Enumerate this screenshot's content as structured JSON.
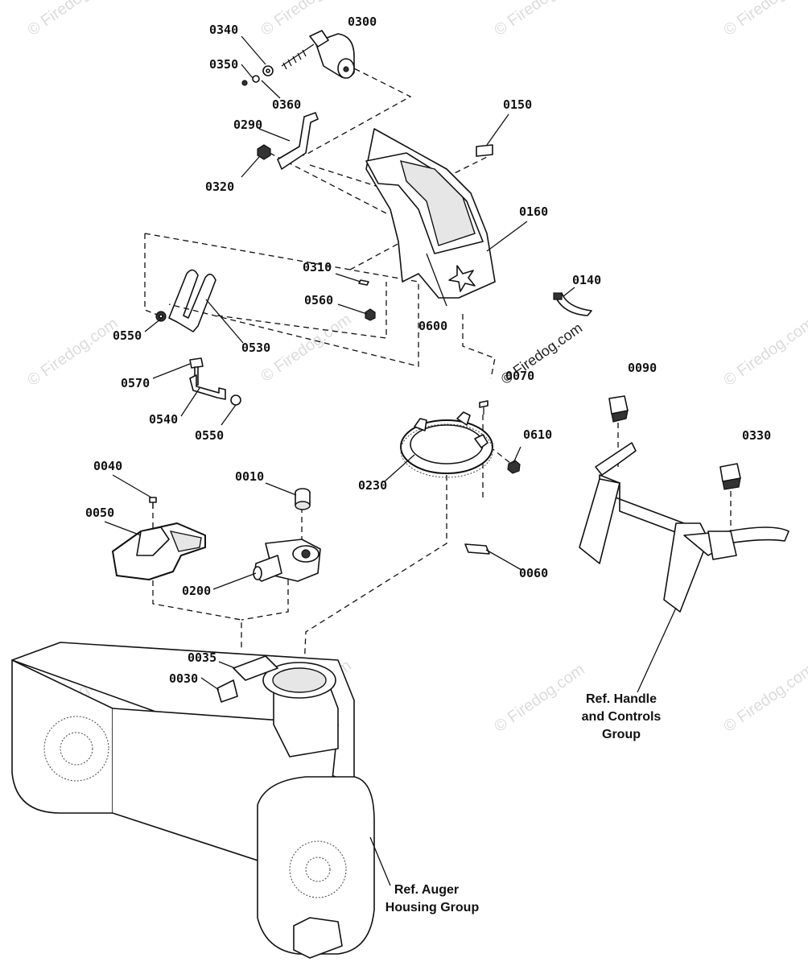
{
  "watermark": {
    "text": "© Firedog.com",
    "prominent_text": "© Firedog.com"
  },
  "part_labels": [
    {
      "id": "0340",
      "text": "0340"
    },
    {
      "id": "0300",
      "text": "0300"
    },
    {
      "id": "0350",
      "text": "0350"
    },
    {
      "id": "0360",
      "text": "0360"
    },
    {
      "id": "0150",
      "text": "0150"
    },
    {
      "id": "0290",
      "text": "0290"
    },
    {
      "id": "0320",
      "text": "0320"
    },
    {
      "id": "0160",
      "text": "0160"
    },
    {
      "id": "0310",
      "text": "0310"
    },
    {
      "id": "0140",
      "text": "0140"
    },
    {
      "id": "0560",
      "text": "0560"
    },
    {
      "id": "0600",
      "text": "0600"
    },
    {
      "id": "0550a",
      "text": "0550"
    },
    {
      "id": "0530",
      "text": "0530"
    },
    {
      "id": "0570",
      "text": "0570"
    },
    {
      "id": "0070",
      "text": "0070"
    },
    {
      "id": "0090",
      "text": "0090"
    },
    {
      "id": "0540",
      "text": "0540"
    },
    {
      "id": "0550b",
      "text": "0550"
    },
    {
      "id": "0610",
      "text": "0610"
    },
    {
      "id": "0330",
      "text": "0330"
    },
    {
      "id": "0040",
      "text": "0040"
    },
    {
      "id": "0010",
      "text": "0010"
    },
    {
      "id": "0230",
      "text": "0230"
    },
    {
      "id": "0050",
      "text": "0050"
    },
    {
      "id": "0060",
      "text": "0060"
    },
    {
      "id": "0200",
      "text": "0200"
    },
    {
      "id": "0035",
      "text": "0035"
    },
    {
      "id": "0030",
      "text": "0030"
    }
  ],
  "references": {
    "handle": [
      "Ref. Handle",
      "and Controls",
      "Group"
    ],
    "auger": [
      "Ref. Auger",
      "Housing Group"
    ]
  }
}
